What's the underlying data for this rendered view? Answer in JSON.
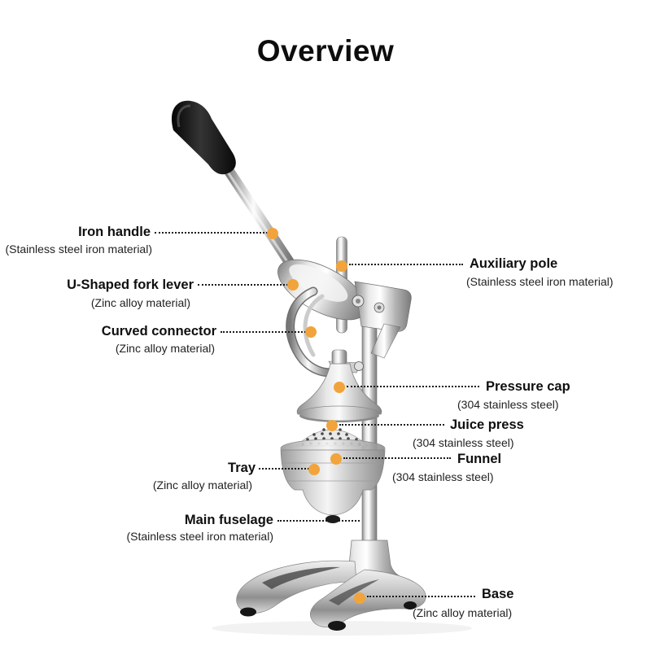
{
  "title": "Overview",
  "marker_color": "#F1A43C",
  "labels": {
    "iron_handle": {
      "name": "Iron handle",
      "material": "(Stainless steel iron material)"
    },
    "u_fork_lever": {
      "name": "U-Shaped fork lever",
      "material": "(Zinc alloy material)"
    },
    "curved_conn": {
      "name": "Curved connector",
      "material": "(Zinc alloy material)"
    },
    "tray": {
      "name": "Tray",
      "material": "(Zinc alloy material)"
    },
    "main_fuselage": {
      "name": "Main fuselage",
      "material": "(Stainless steel iron material)"
    },
    "auxiliary_pole": {
      "name": "Auxiliary pole",
      "material": "(Stainless steel iron material)"
    },
    "pressure_cap": {
      "name": "Pressure cap",
      "material": "(304 stainless steel)"
    },
    "juice_press": {
      "name": "Juice press",
      "material": "(304 stainless steel)"
    },
    "funnel": {
      "name": "Funnel",
      "material": "(304 stainless steel)"
    },
    "base": {
      "name": "Base",
      "material": "(Zinc alloy material)"
    }
  }
}
